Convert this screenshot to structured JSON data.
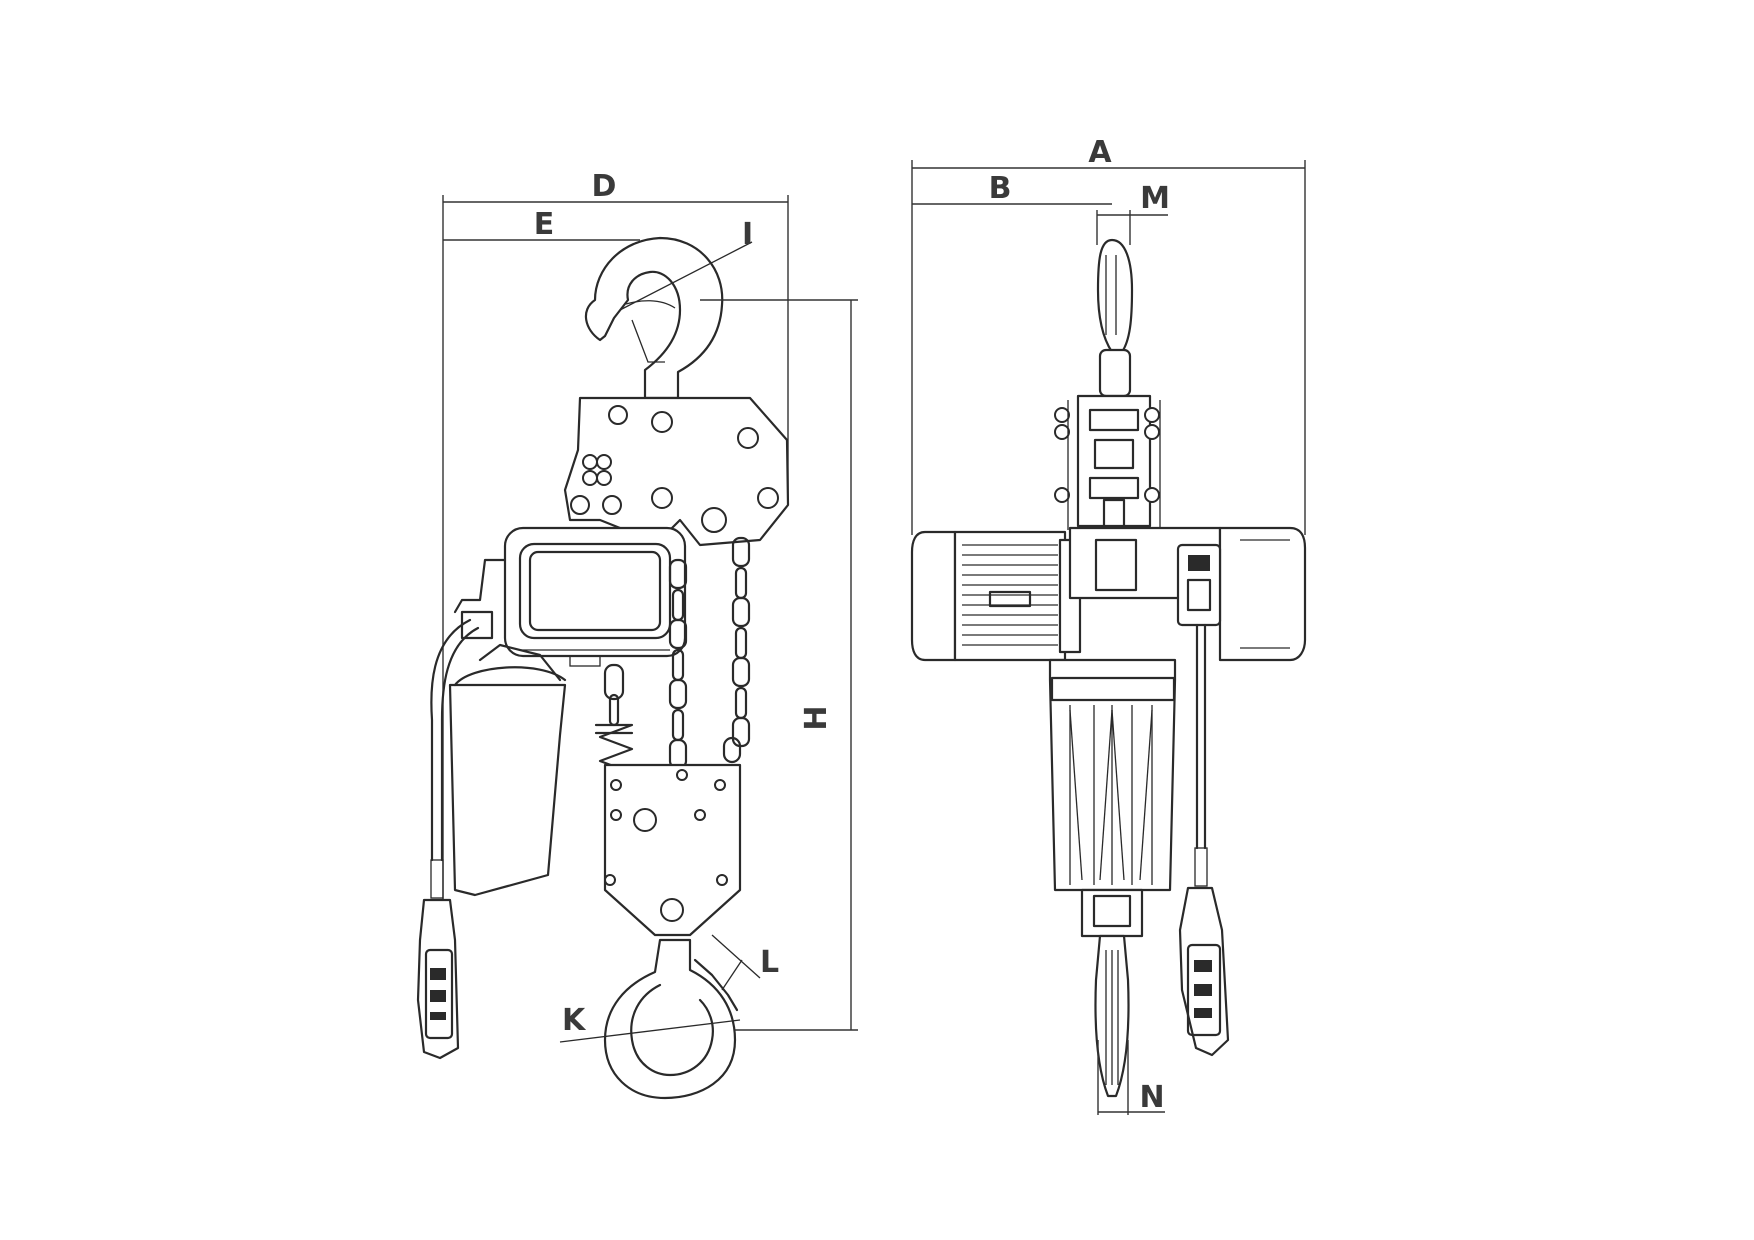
{
  "labels": {
    "A": "A",
    "B": "B",
    "M": "M",
    "D": "D",
    "E": "E",
    "I": "I",
    "H": "H",
    "L": "L",
    "K": "K",
    "N": "N"
  },
  "colors": {
    "line": "#2a2a2a",
    "label": "#3a3a3a",
    "background": "#ffffff"
  }
}
